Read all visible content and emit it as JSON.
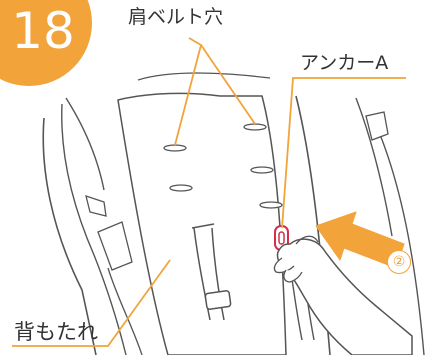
{
  "step": {
    "number": "18"
  },
  "labels": {
    "shoulder_belt_holes": "肩ベルト穴",
    "anchor_a": "アンカーA",
    "backrest": "背もたれ"
  },
  "arrow": {
    "number": "②"
  },
  "colors": {
    "accent": "#f2a33a",
    "line": "#555555",
    "anchor_highlight": "#d32f4a",
    "text": "#333333"
  }
}
